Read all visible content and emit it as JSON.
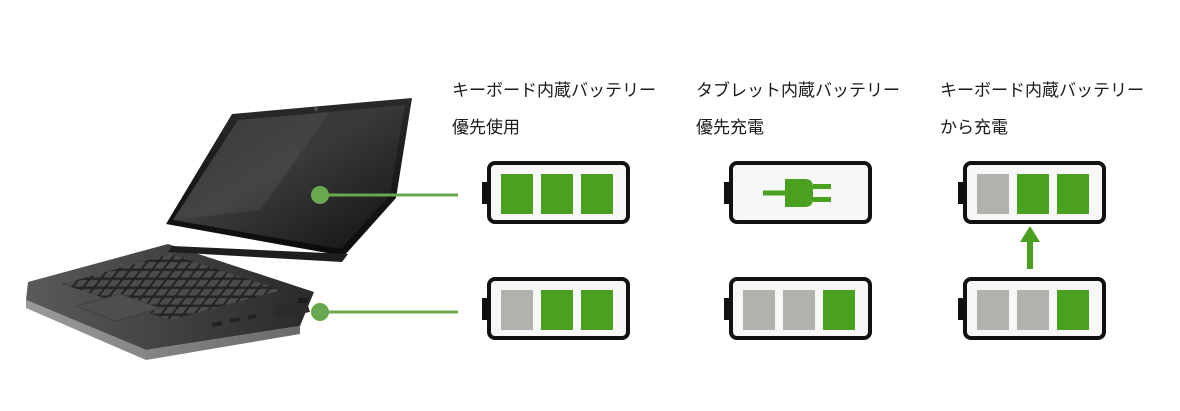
{
  "colors": {
    "green": "#4aa11f",
    "green_dark": "#3b8a16",
    "gray": "#b3b1ae",
    "outline": "#111111",
    "connector": "#6aa84f",
    "battery_fill": "#f7f7f7"
  },
  "modes": [
    {
      "title_line1": "キーボード内蔵バッテリー",
      "title_line2": "優先使用",
      "tablet_battery": {
        "cells": [
          "green",
          "green",
          "green"
        ]
      },
      "keyboard_battery": {
        "cells": [
          "gray",
          "green",
          "green"
        ]
      }
    },
    {
      "title_line1": "タブレット内蔵バッテリー",
      "title_line2": "優先充電",
      "tablet_battery": {
        "icon": "plug-icon"
      },
      "keyboard_battery": {
        "cells": [
          "gray",
          "gray",
          "green"
        ]
      }
    },
    {
      "title_line1": "キーボード内蔵バッテリー",
      "title_line2": "から充電",
      "tablet_battery": {
        "cells": [
          "gray",
          "green",
          "green"
        ]
      },
      "keyboard_battery": {
        "cells": [
          "gray",
          "gray",
          "green"
        ]
      },
      "arrow": "arrow-up-icon"
    }
  ]
}
